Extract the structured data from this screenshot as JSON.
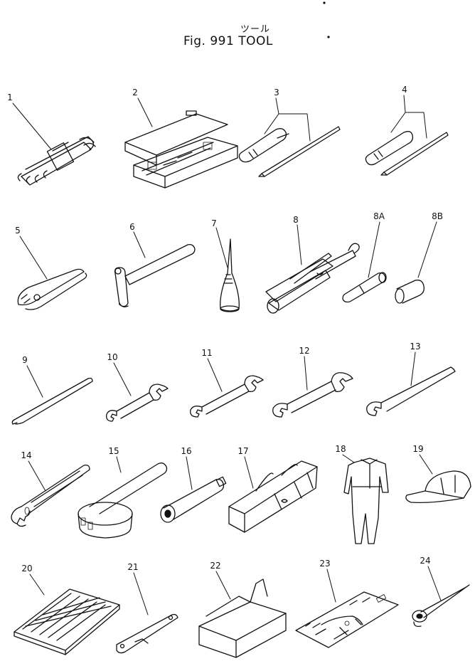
{
  "title_jp": "ツール",
  "title": "Fig. 991 TOOL",
  "labels": [
    "1",
    "2",
    "3",
    "4",
    "5",
    "6",
    "7",
    "8",
    "8A",
    "8B",
    "9",
    "10",
    "11",
    "12",
    "13",
    "14",
    "15",
    "16",
    "17",
    "18",
    "19",
    "20",
    "21",
    "22",
    "23",
    "24"
  ]
}
